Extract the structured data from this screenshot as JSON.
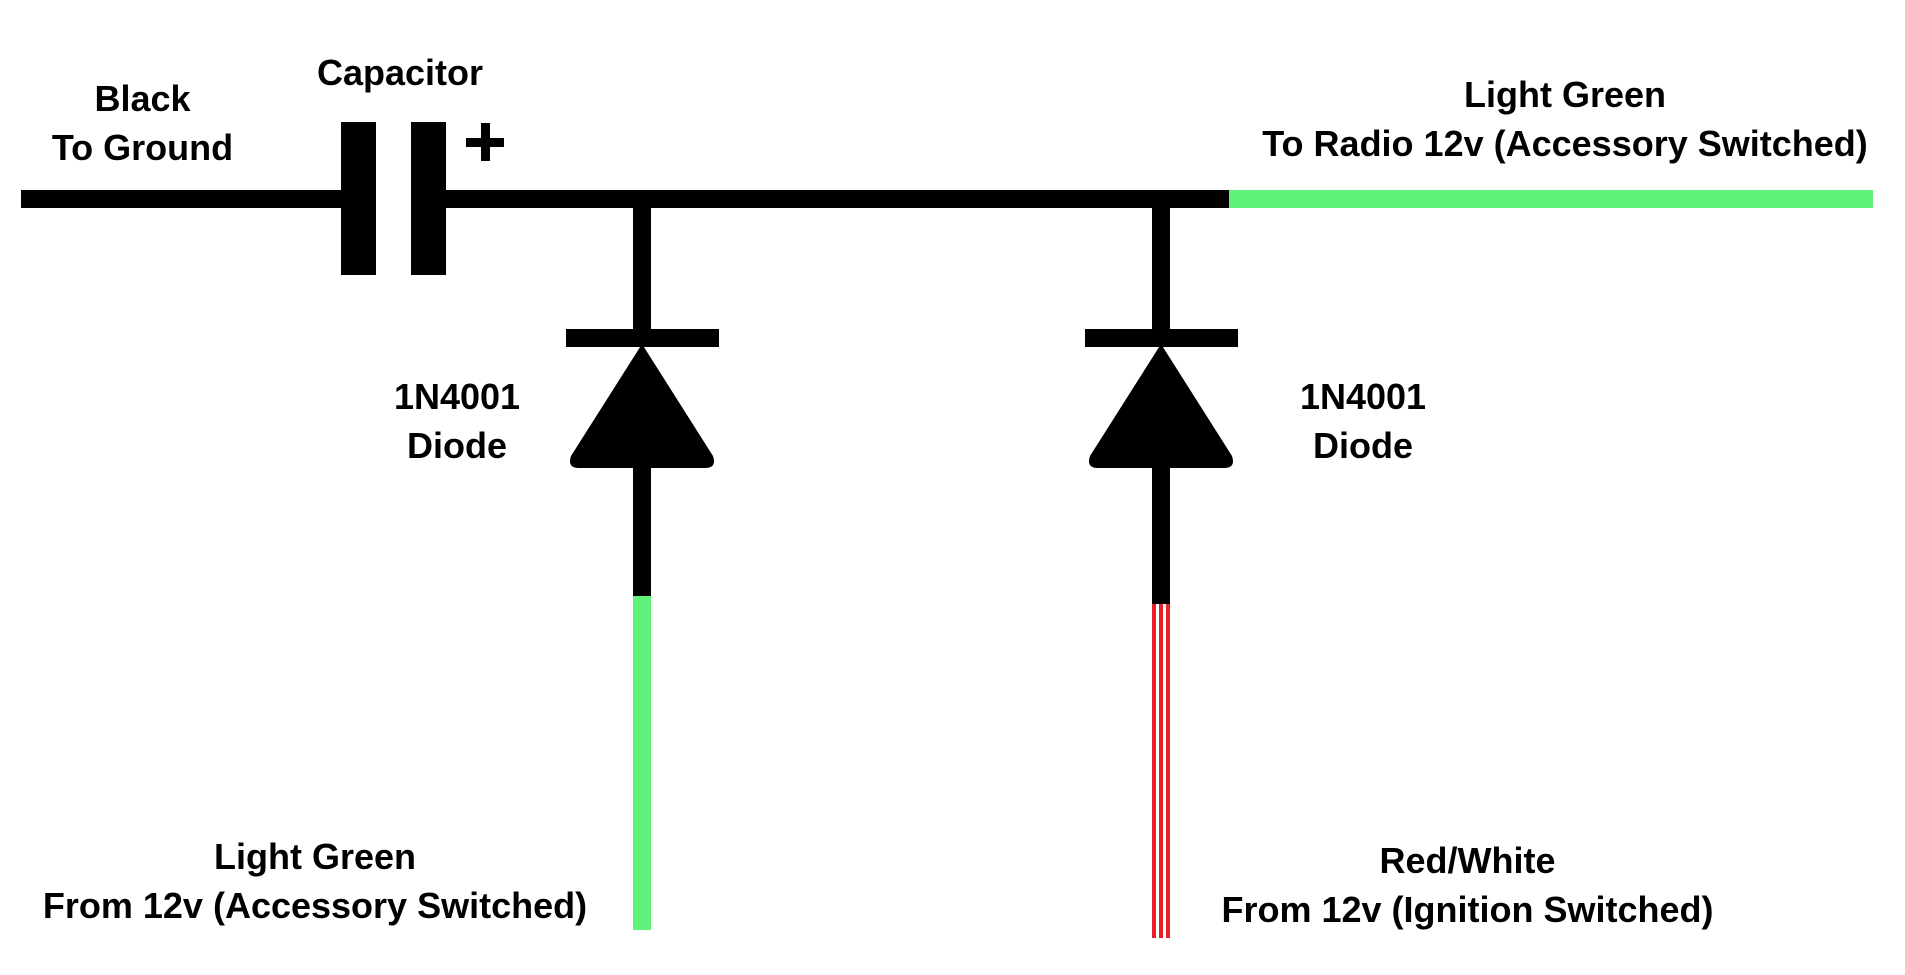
{
  "labels": {
    "ground": {
      "line1": "Black",
      "line2": "To Ground"
    },
    "capacitor": {
      "title": "Capacitor",
      "polarity": "+"
    },
    "radio_out": {
      "line1": "Light Green",
      "line2": "To Radio 12v (Accessory Switched)"
    },
    "diode_left": {
      "line1": "1N4001",
      "line2": "Diode"
    },
    "diode_right": {
      "line1": "1N4001",
      "line2": "Diode"
    },
    "accessory_in": {
      "line1": "Light Green",
      "line2": "From 12v (Accessory Switched)"
    },
    "ignition_in": {
      "line1": "Red/White",
      "line2": "From 12v (Ignition Switched)"
    }
  },
  "colors": {
    "wire": "#000000",
    "light_green": "#5ef27a",
    "red": "#e8202a",
    "background": "#ffffff"
  }
}
